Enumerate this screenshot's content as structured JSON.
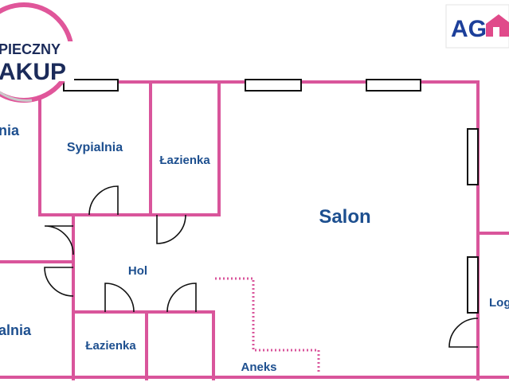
{
  "colors": {
    "wall": "#d9559b",
    "label": "#1d4f8f",
    "badge_ring": "#e0569a",
    "badge_text": "#1b2b5a",
    "logo_blue": "#1c3f9a",
    "logo_pink": "#e04a8a"
  },
  "badge": {
    "line1": "PIECZNY",
    "line2": "AKUP"
  },
  "logo": {
    "text": "AG"
  },
  "rooms": {
    "top_left_partial": "nia",
    "bedroom": "Sypialnia",
    "bathroom_top": "Łazienka",
    "salon": "Salon",
    "hall": "Hol",
    "bottom_left_partial": "alnia",
    "bathroom_bottom": "Łazienka",
    "kitchenette": "Aneks",
    "loggia_partial": "Log"
  }
}
